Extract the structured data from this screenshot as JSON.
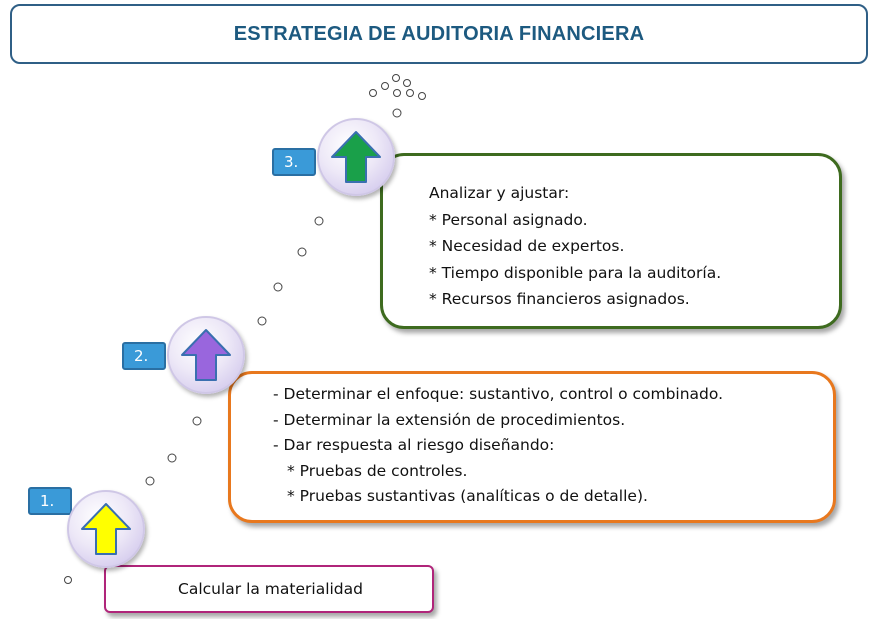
{
  "title": "ESTRATEGIA DE AUDITORIA FINANCIERA",
  "steps": [
    {
      "number": "1.",
      "arrow_color": "#ffff00",
      "text": [
        "Calcular la materialidad"
      ]
    },
    {
      "number": "2.",
      "arrow_color": "#9966dd",
      "text": [
        "- Determinar el enfoque: sustantivo, control o combinado.",
        "- Determinar la extensión de procedimientos.",
        "- Dar respuesta al riesgo diseñando:",
        "* Pruebas de controles.",
        "* Pruebas sustantivas (analíticas o de detalle)."
      ]
    },
    {
      "number": "3.",
      "arrow_color": "#1aa04a",
      "text": [
        "Analizar y ajustar:",
        "* Personal asignado.",
        "* Necesidad de expertos.",
        "* Tiempo disponible para la auditoría.",
        "* Recursos financieros asignados."
      ]
    }
  ],
  "colors": {
    "title": "#1d5a80",
    "box1_border": "#b0257a",
    "box2_border": "#e8781e",
    "box3_border": "#3e6b1f",
    "badge": "#3a9ad8"
  }
}
